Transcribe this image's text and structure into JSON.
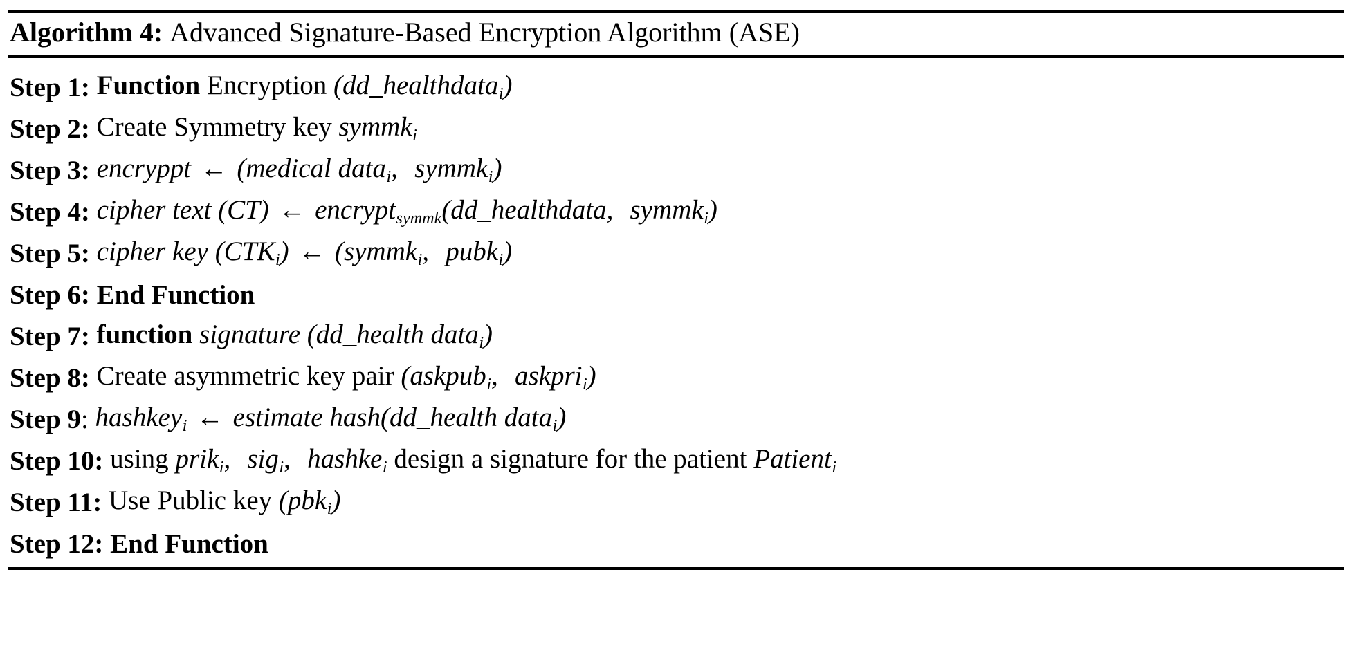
{
  "algorithm": {
    "label": "Algorithm 4:",
    "title": "Advanced Signature-Based Encryption Algorithm (ASE)",
    "full_title": "Algorithm 4: Advanced Signature-Based Encryption Algorithm (ASE)",
    "rule_color": "#000000",
    "steps": [
      {
        "number": "Step 1:",
        "text": "Function Encryption (dd_healthdata_i)",
        "parts": [
          {
            "t": "Function",
            "s": "b"
          },
          {
            "t": " Encryption ",
            "s": "n"
          },
          {
            "t": "(",
            "s": "it"
          },
          {
            "t": "dd_healthdata",
            "s": "it"
          },
          {
            "t": "i",
            "s": "sub"
          },
          {
            "t": ")",
            "s": "it"
          }
        ]
      },
      {
        "number": "Step 2:",
        "text": "Create Symmetry key symmk_i",
        "parts": [
          {
            "t": "Create Symmetry key ",
            "s": "n"
          },
          {
            "t": "symmk",
            "s": "it"
          },
          {
            "t": "i",
            "s": "sub"
          }
        ]
      },
      {
        "number": "Step 3:",
        "text": "encryppt ← (medical data_i,  symmk_i)",
        "parts": [
          {
            "t": "encryppt",
            "s": "it"
          },
          {
            "t": " ← ",
            "s": "arrow"
          },
          {
            "t": "(medical data",
            "s": "it"
          },
          {
            "t": "i",
            "s": "sub"
          },
          {
            "t": ",",
            "s": "it"
          },
          {
            "t": "  ",
            "s": "gap"
          },
          {
            "t": "symmk",
            "s": "it"
          },
          {
            "t": "i",
            "s": "sub"
          },
          {
            "t": ")",
            "s": "it"
          }
        ]
      },
      {
        "number": "Step 4:",
        "text": "cipher text (CT) ← encrypt_symmk(dd_healthdata,  symmk_i)",
        "parts": [
          {
            "t": "cipher text ",
            "s": "it"
          },
          {
            "t": "(CT)",
            "s": "it"
          },
          {
            "t": " ← ",
            "s": "arrow"
          },
          {
            "t": "encrypt",
            "s": "it"
          },
          {
            "t": "symmk",
            "s": "sub"
          },
          {
            "t": "(dd_healthdata",
            "s": "it"
          },
          {
            "t": ",",
            "s": "it"
          },
          {
            "t": "  ",
            "s": "gap"
          },
          {
            "t": "symmk",
            "s": "it"
          },
          {
            "t": "i",
            "s": "sub"
          },
          {
            "t": ")",
            "s": "it"
          }
        ]
      },
      {
        "number": "Step 5:",
        "text": "cipher key (CTK_i) ← (symmk_i,  pubk_i)",
        "parts": [
          {
            "t": "cipher key ",
            "s": "it"
          },
          {
            "t": "(CTK",
            "s": "it"
          },
          {
            "t": "i",
            "s": "sub"
          },
          {
            "t": ")",
            "s": "it"
          },
          {
            "t": " ← ",
            "s": "arrow"
          },
          {
            "t": "(symmk",
            "s": "it"
          },
          {
            "t": "i",
            "s": "sub"
          },
          {
            "t": ",",
            "s": "it"
          },
          {
            "t": "  ",
            "s": "gap"
          },
          {
            "t": "pubk",
            "s": "it"
          },
          {
            "t": "i",
            "s": "sub"
          },
          {
            "t": ")",
            "s": "it"
          }
        ]
      },
      {
        "number": "Step 6:",
        "text": "End Function",
        "parts": [
          {
            "t": "End Function",
            "s": "b"
          }
        ]
      },
      {
        "number": "Step 7:",
        "text": "function signature (dd_health data_i)",
        "parts": [
          {
            "t": "function",
            "s": "b"
          },
          {
            "t": " ",
            "s": "n"
          },
          {
            "t": "signature ",
            "s": "it"
          },
          {
            "t": "(dd_health data",
            "s": "it"
          },
          {
            "t": "i",
            "s": "sub"
          },
          {
            "t": ")",
            "s": "it"
          }
        ]
      },
      {
        "number": "Step 8:",
        "text": "Create asymmetric key pair (askpub_i,  askpri_i)",
        "parts": [
          {
            "t": "Create asymmetric key pair ",
            "s": "n"
          },
          {
            "t": "(askpub",
            "s": "it"
          },
          {
            "t": "i",
            "s": "sub"
          },
          {
            "t": ",",
            "s": "it"
          },
          {
            "t": "  ",
            "s": "gap"
          },
          {
            "t": "askpri",
            "s": "it"
          },
          {
            "t": "i",
            "s": "sub"
          },
          {
            "t": ")",
            "s": "it"
          }
        ]
      },
      {
        "number": "Step 9",
        "suffix": ":",
        "text": "hashkey_i ← estimate hash(dd_health data_i)",
        "parts": [
          {
            "t": "hashkey",
            "s": "it"
          },
          {
            "t": "i",
            "s": "sub"
          },
          {
            "t": " ← ",
            "s": "arrow"
          },
          {
            "t": "estimate hash",
            "s": "it"
          },
          {
            "t": "(dd_health data",
            "s": "it"
          },
          {
            "t": "i",
            "s": "sub"
          },
          {
            "t": ")",
            "s": "it"
          }
        ]
      },
      {
        "number": "Step 10:",
        "text": "using prik_i, sig_i, hashke_i design a signature for the patient Patient_i",
        "parts": [
          {
            "t": "using ",
            "s": "n"
          },
          {
            "t": "prik",
            "s": "it"
          },
          {
            "t": "i",
            "s": "sub"
          },
          {
            "t": ",",
            "s": "n"
          },
          {
            "t": " ",
            "s": "gap"
          },
          {
            "t": "sig",
            "s": "it"
          },
          {
            "t": "i",
            "s": "sub"
          },
          {
            "t": ",",
            "s": "n"
          },
          {
            "t": " ",
            "s": "gap"
          },
          {
            "t": "hashke",
            "s": "it"
          },
          {
            "t": "i",
            "s": "sub"
          },
          {
            "t": " design a signature for the patient ",
            "s": "n"
          },
          {
            "t": "Patient",
            "s": "it"
          },
          {
            "t": "i",
            "s": "sub"
          }
        ]
      },
      {
        "number": "Step 11:",
        "text": "Use Public key (pbk_i)",
        "parts": [
          {
            "t": "Use Public key ",
            "s": "n"
          },
          {
            "t": "(pbk",
            "s": "it"
          },
          {
            "t": "i",
            "s": "sub"
          },
          {
            "t": ")",
            "s": "it"
          }
        ]
      },
      {
        "number": "Step 12:",
        "text": "End Function",
        "parts": [
          {
            "t": "End Function",
            "s": "b"
          }
        ]
      }
    ]
  }
}
